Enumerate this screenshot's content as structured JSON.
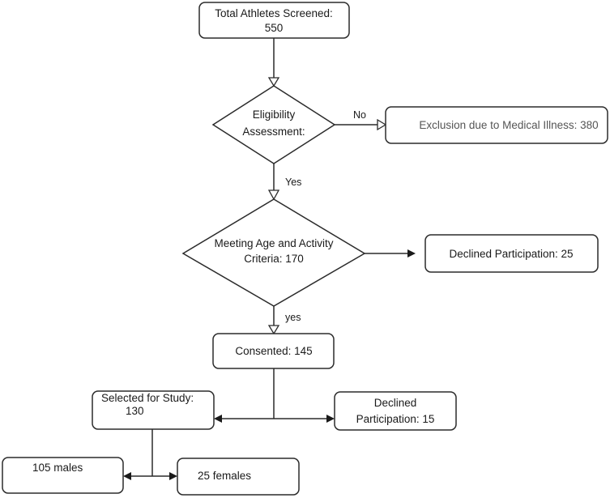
{
  "nodes": {
    "screened": {
      "line1": "Total Athletes Screened:",
      "line2": "550"
    },
    "eligibility": {
      "line1": "Eligibility",
      "line2": "Assessment:"
    },
    "exclusion": {
      "text": "Exclusion due to Medical Illness: 380"
    },
    "age_activity": {
      "line1": "Meeting Age and Activity",
      "line2": "Criteria: 170"
    },
    "declined_25": {
      "text": "Declined Participation: 25"
    },
    "consented": {
      "text": "Consented: 145"
    },
    "selected": {
      "line1": "Selected for Study:",
      "line2": "130"
    },
    "declined_15": {
      "line1": "Declined",
      "line2": "Participation: 15"
    },
    "males": {
      "text": "105 males"
    },
    "females": {
      "text": "25 females"
    }
  },
  "edge_labels": {
    "no": "No",
    "yes_upper": "Yes",
    "yes_lower": "yes"
  }
}
